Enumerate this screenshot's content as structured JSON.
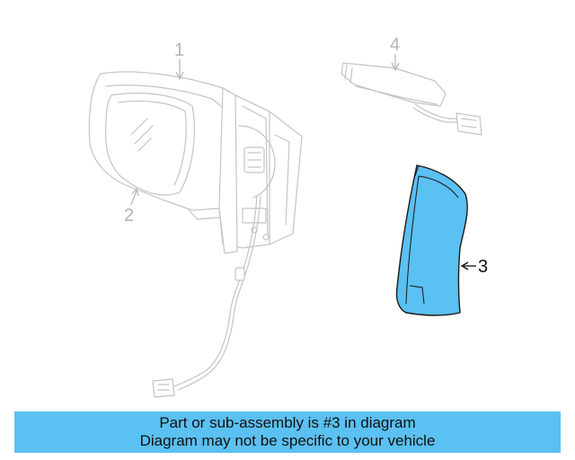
{
  "diagram": {
    "callouts": {
      "mirror_assembly": "1",
      "mirror_glass": "2",
      "cover_cap": "3",
      "turn_signal_lamp": "4"
    },
    "highlight_color": "#5bc0f2",
    "outline_color": "#c4c4c4"
  },
  "banner": {
    "line1": "Part or sub-assembly is #3 in diagram",
    "line2": "Diagram may not be specific to your vehicle",
    "background": "#5bc0f2"
  }
}
